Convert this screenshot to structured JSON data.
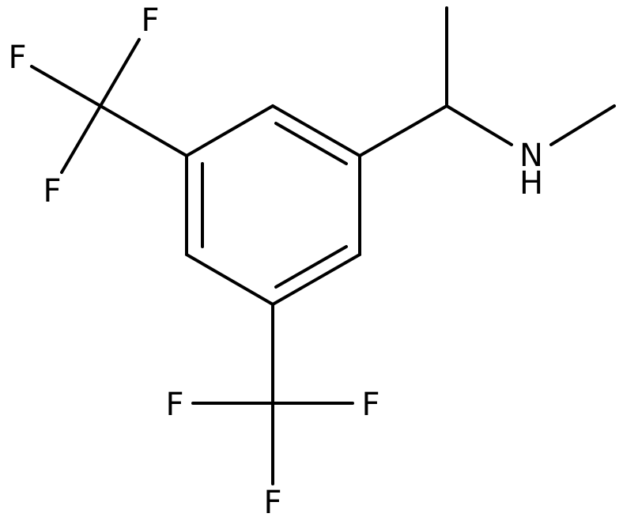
{
  "molecule": {
    "atoms": {
      "f1": "F",
      "f2": "F",
      "f3": "F",
      "f4": "F",
      "f5": "F",
      "f6": "F",
      "n": "N",
      "h": "H"
    },
    "colors": {
      "bond": "#000000",
      "label": "#000000",
      "background": "#ffffff"
    }
  }
}
